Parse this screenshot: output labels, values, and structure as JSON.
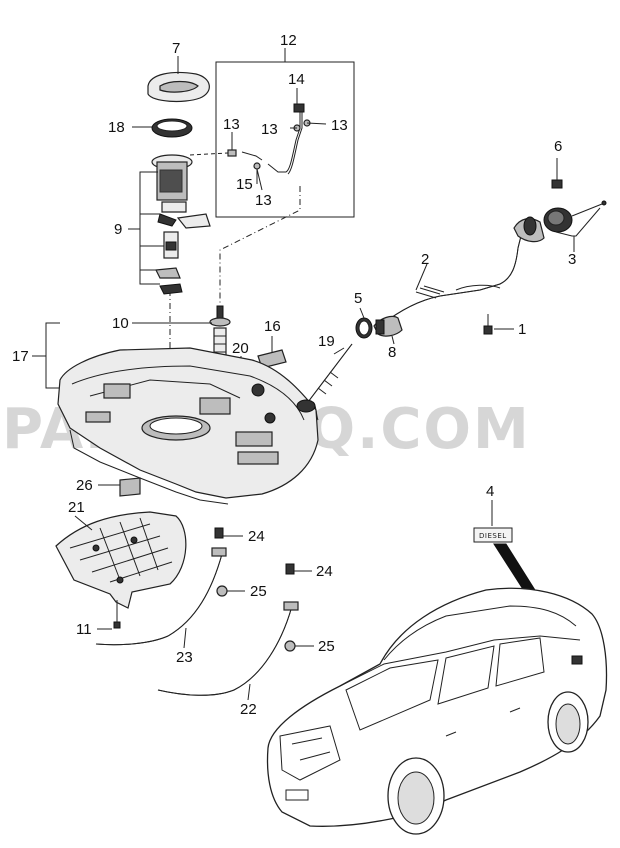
{
  "diagram": {
    "watermark": "PARTSOUQ.COM",
    "diesel_label": "DIESEL",
    "callouts": {
      "c1": "1",
      "c2": "2",
      "c3": "3",
      "c4": "4",
      "c5": "5",
      "c6": "6",
      "c7": "7",
      "c8": "8",
      "c9": "9",
      "c10": "10",
      "c11": "11",
      "c12": "12",
      "c13a": "13",
      "c13b": "13",
      "c13c": "13",
      "c13d": "13",
      "c14": "14",
      "c15": "15",
      "c16": "16",
      "c17": "17",
      "c18": "18",
      "c19": "19",
      "c20": "20",
      "c21": "21",
      "c22": "22",
      "c23": "23",
      "c24a": "24",
      "c24b": "24",
      "c25a": "25",
      "c25b": "25",
      "c26": "26"
    }
  }
}
